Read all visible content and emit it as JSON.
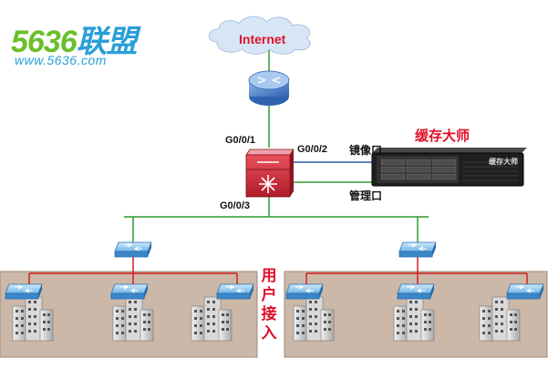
{
  "logo": {
    "main_digits": "5636",
    "main_cn": "联盟",
    "url": "www.5636.com"
  },
  "cloud": {
    "label": "Internet"
  },
  "ports": {
    "uplink": "G0/0/1",
    "mirror_port": "G0/0/2",
    "downlink": "G0/0/3"
  },
  "cache": {
    "title": "缓存大师",
    "mirror_label": "镜像口",
    "mgmt_label": "管理口",
    "brand": "缓存大师"
  },
  "access": {
    "label": "用户接入"
  },
  "colors": {
    "accent_red": "#e0102a",
    "link_green": "#2e9a2e",
    "link_blue": "#2b5fa6",
    "link_red": "#d42020",
    "block_bg": "#cbb8a8"
  },
  "icons": [
    "cloud-icon",
    "router-icon",
    "core-switch-icon",
    "server-icon",
    "switch-icon",
    "building-icon"
  ]
}
